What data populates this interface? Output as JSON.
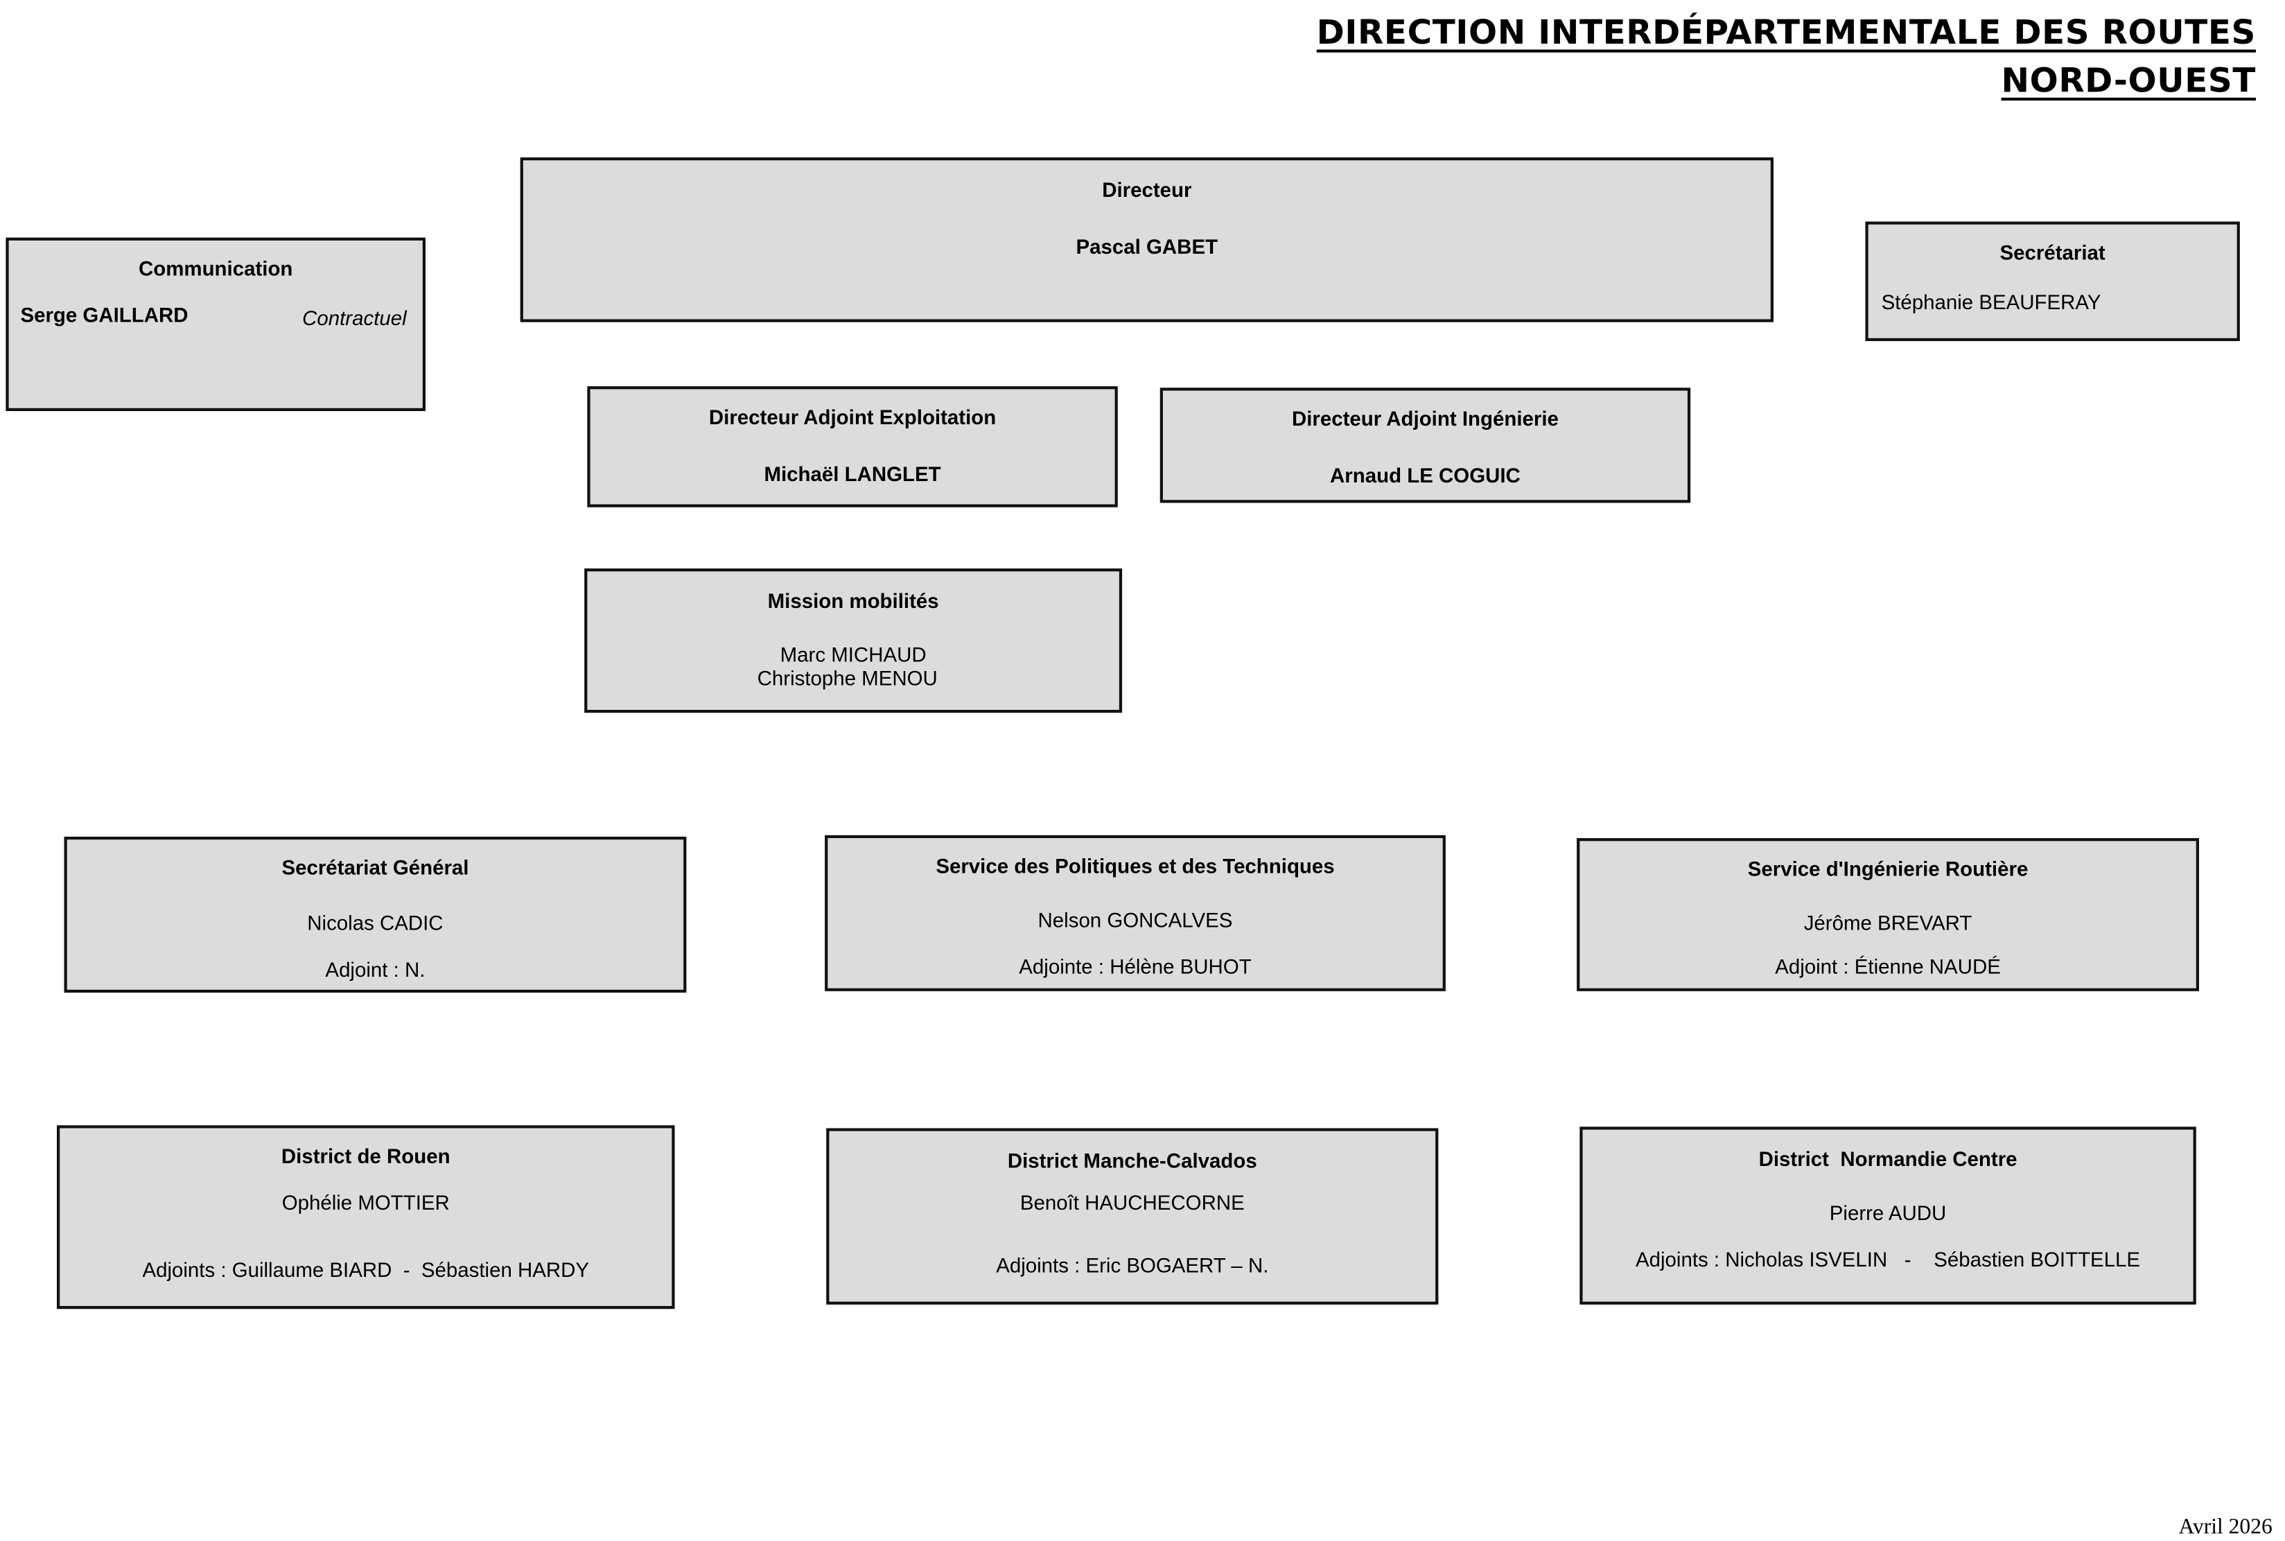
{
  "header": {
    "line1": "DIRECTION INTERDÉPARTEMENTALE DES ROUTES",
    "line2": "NORD-OUEST"
  },
  "communication": {
    "title": "Communication",
    "name": "Serge GAILLARD",
    "status": "Contractuel"
  },
  "directeur": {
    "title": "Directeur",
    "name": "Pascal GABET"
  },
  "secretariat": {
    "title": "Secrétariat",
    "name": "Stéphanie BEAUFERAY"
  },
  "da_exploitation": {
    "title": "Directeur Adjoint Exploitation",
    "name": "Michaël LANGLET"
  },
  "da_ingenierie": {
    "title": "Directeur Adjoint Ingénierie",
    "name": "Arnaud LE COGUIC"
  },
  "mission": {
    "title": "Mission mobilités",
    "name1": "Marc MICHAUD",
    "name2": "Christophe MENOU"
  },
  "sg": {
    "title": "Secrétariat Général",
    "name": "Nicolas CADIC",
    "adjoint": "Adjoint : N."
  },
  "spt": {
    "title": "Service des Politiques et des Techniques",
    "name": "Nelson GONCALVES",
    "adjoint": "Adjointe : Hélène BUHOT"
  },
  "sir": {
    "title": "Service d'Ingénierie Routière",
    "name": "Jérôme BREVART",
    "adjoint": "Adjoint : Étienne NAUDÉ"
  },
  "rouen": {
    "title": "District de Rouen",
    "name": "Ophélie MOTTIER",
    "adjoint": "Adjoints : Guillaume BIARD  -  Sébastien HARDY"
  },
  "manche": {
    "title": "District Manche-Calvados",
    "name": "Benoît HAUCHECORNE",
    "adjoint": "Adjoints : Eric BOGAERT – N."
  },
  "normandie": {
    "title": "District  Normandie Centre",
    "name": "Pierre AUDU",
    "adjoint": "Adjoints : Nicholas ISVELIN   -    Sébastien BOITTELLE"
  },
  "footer": {
    "date": "Avril 2026"
  }
}
